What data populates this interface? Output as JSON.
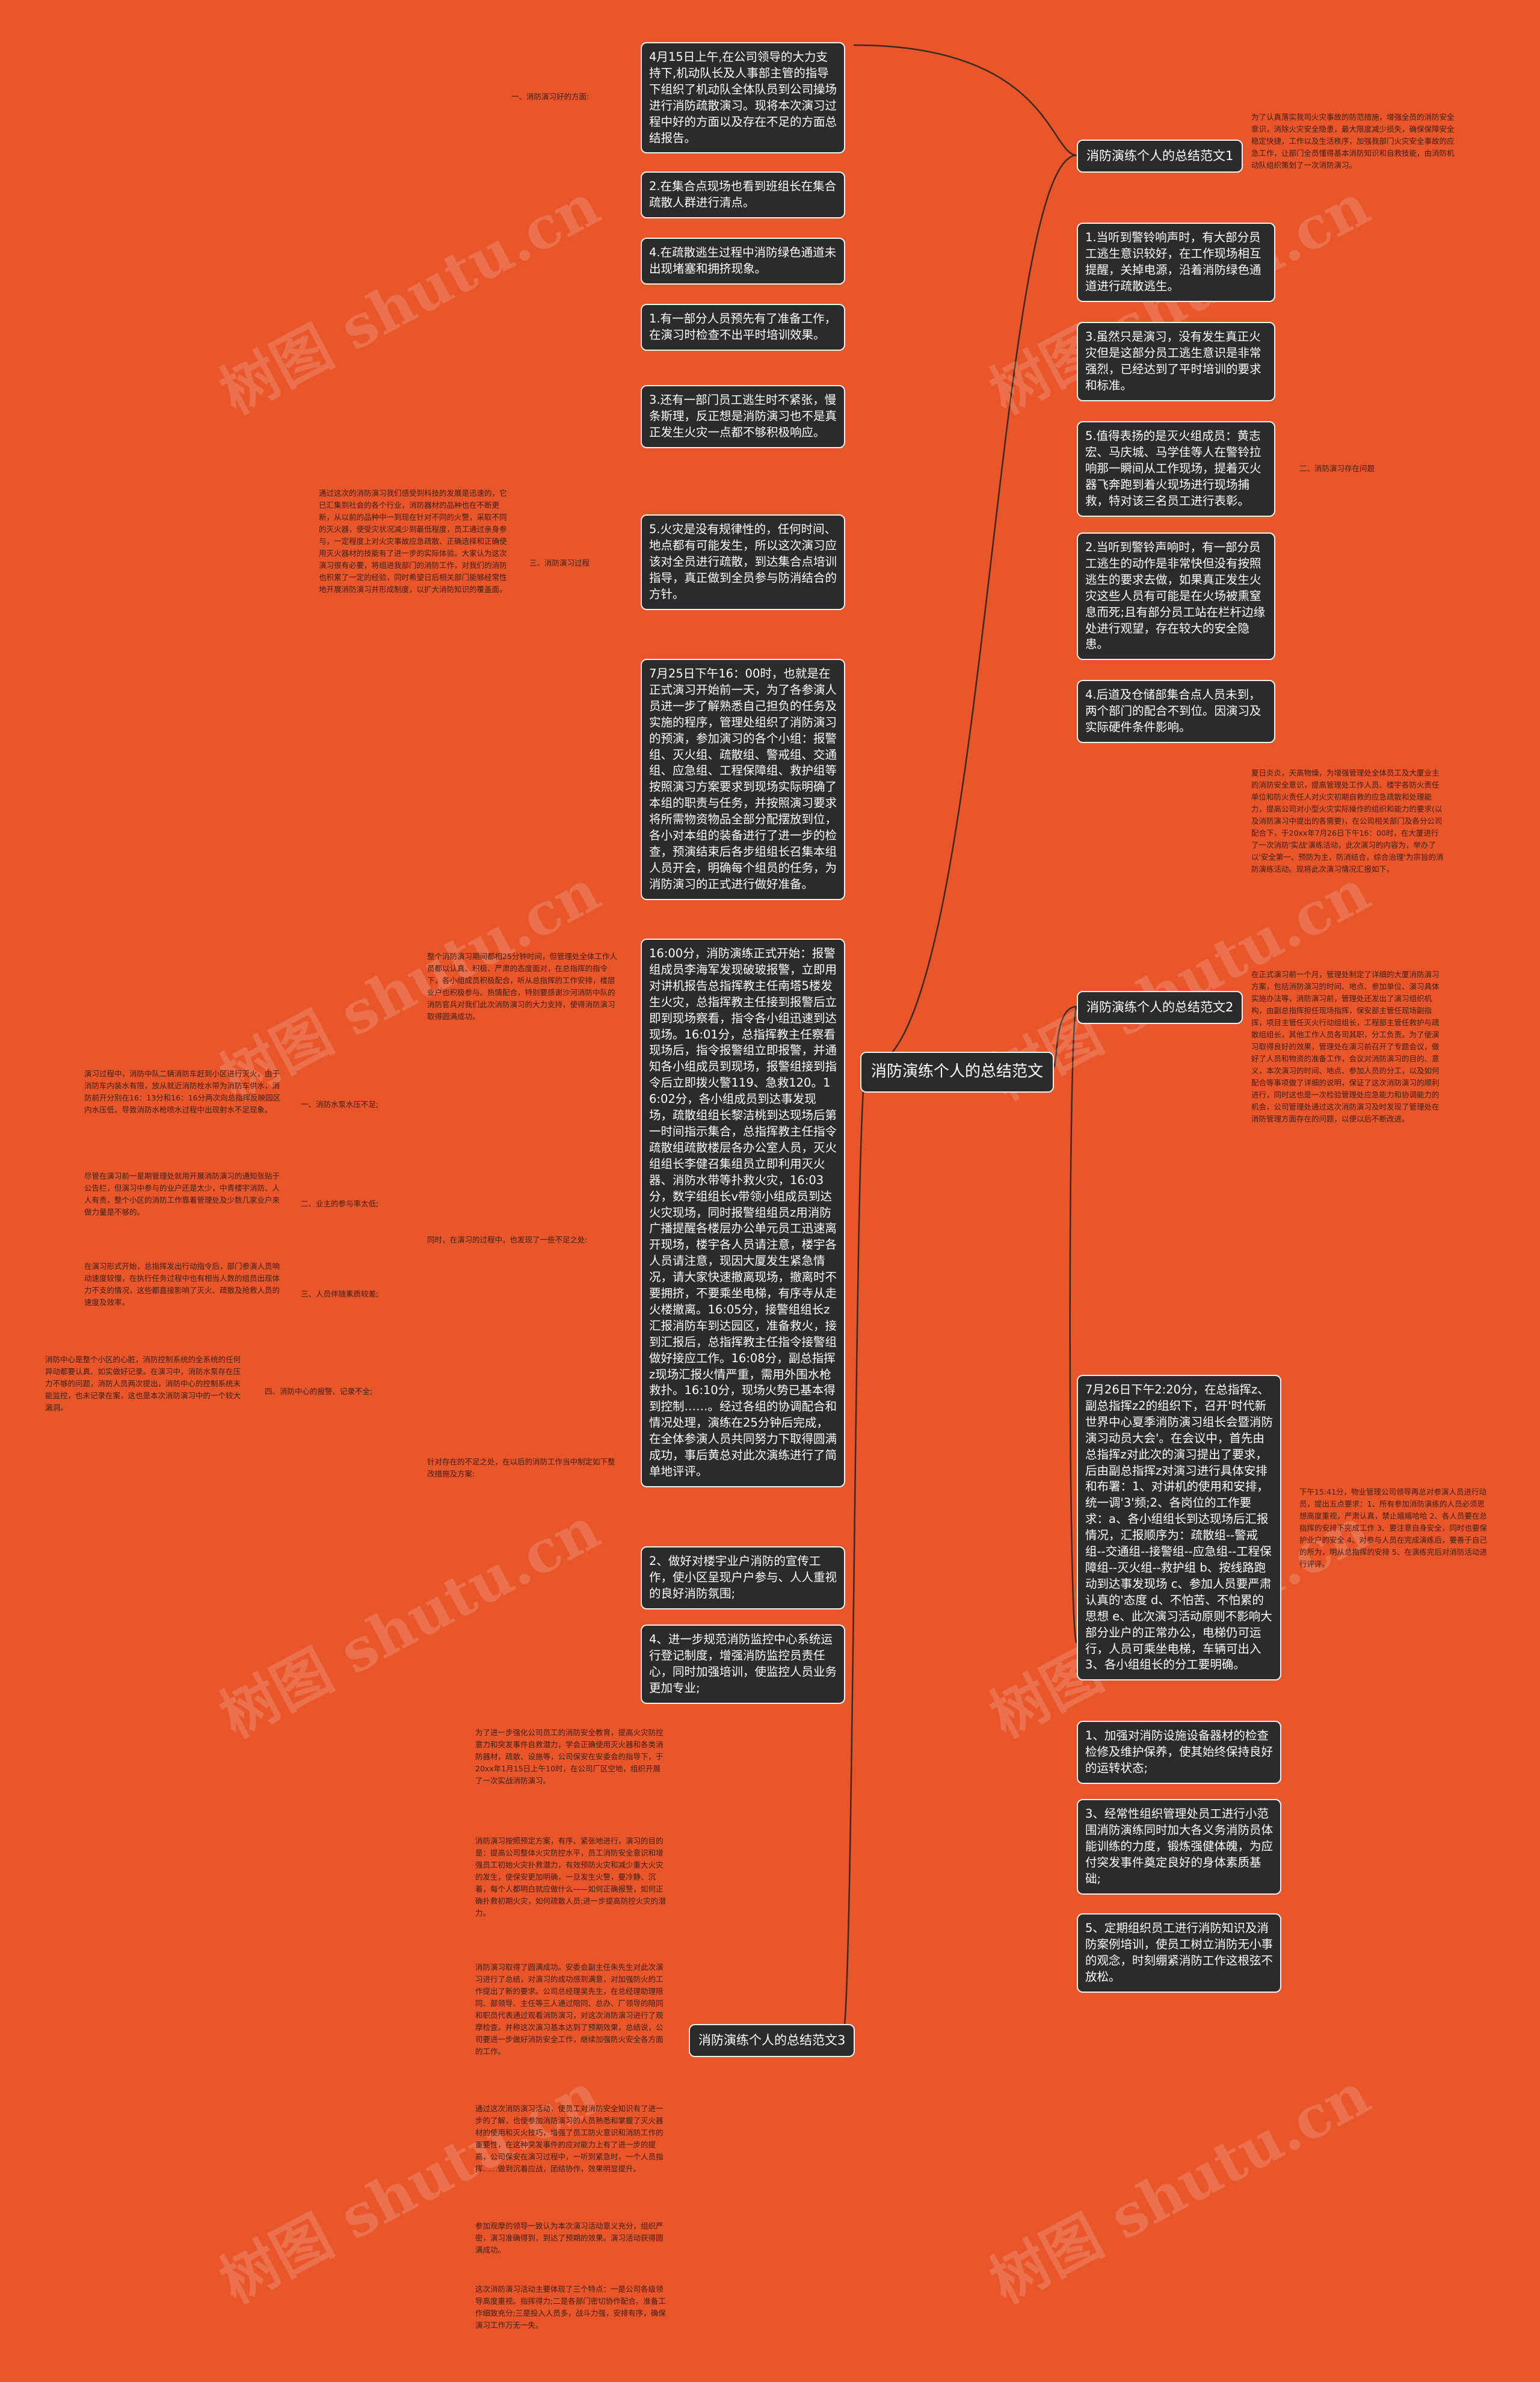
{
  "root": "消防演练个人的总结范文",
  "branches": {
    "b1": "消防演练个人的总结范文1",
    "b2": "消防演练个人的总结范文2",
    "b3": "消防演练个人的总结范文3"
  },
  "watermark": "树图 shutu.cn",
  "left_upper": {
    "l1": "4月15日上午,在公司领导的大力支持下,机动队长及人事部主管的指导下组织了机动队全体队员到公司操场进行消防疏散演习。现将本次演习过程中好的方面以及存在不足的方面总结报告。",
    "l2": "2.在集合点现场也看到班组长在集合疏散人群进行清点。",
    "l3": "4.在疏散逃生过程中消防绿色通道未出现堵塞和拥挤现象。",
    "l4": "1.有一部分人员预先有了准备工作，在演习时检查不出平时培训效果。",
    "l5": "3.还有一部门员工逃生时不紧张，慢条斯理，反正想是消防演习也不是真正发生火灾一点都不够积极响应。",
    "l6": "5.火灾是没有规律性的，任何时间、地点都有可能发生，所以这次演习应该对全员进行疏散，到达集合点培训指导，真正做到全员参与防消结合的方针。",
    "l7": "7月25日下午16：00时，也就是在正式演习开始前一天，为了各参演人员进一步了解熟悉自己担负的任务及实施的程序，管理处组织了消防演习的预演，参加演习的各个小组：报警组、灭火组、疏散组、警戒组、交通组、应急组、工程保障组、救护组等按照演习方案要求到现场实际明确了本组的职责与任务，并按照演习要求将所需物资物品全部分配摆放到位，各小对本组的装备进行了进一步的检查，预演结束后各步组组长召集本组人员开会，明确每个组员的任务，为消防演习的正式进行做好准备。",
    "l8": "16:00分，消防演练正式开始：报警组成员李海军发现破玻报警，立即用对讲机报告总指挥教主任南塔5楼发生火灾，总指挥教主任接到报警后立即到现场察看，指令各小组迅速到达现场。16:01分，总指挥教主任察看现场后，指令报警组立即报警，并通知各小组成员到现场，报警组接到指令后立即拨火警119、急救120。16:02分，各小组成员到达事发现场，疏散组组长黎洁桃到达现场后第一时间指示集合，总指挥教主任指令疏散组疏散楼层各办公室人员，灭火组组长李健召集组员立即利用灭火器、消防水带等扑救火灾，16:03分，数字组组长v带领小组成员到达火灾现场，同时报警组组员z用消防广播提醒各楼层办公单元员工迅速离开现场，楼宇各人员请注意，楼宇各人员请注意，现因大厦发生紧急情况，请大家快速撤离现场，撤离时不要拥挤，不要乘坐电梯，有序寺从走火楼撤离。16:05分，接警组组长z汇报消防车到达园区，准备救火，接到汇报后，总指挥教主任指令接警组做好接应工作。16:08分，副总指挥z现场汇报火情严重，需用外围水枪救扑。16:10分，现场火势已基本得到控制……。经过各组的协调配合和情况处理，演练在25分钟后完成，在全体参演人员共同努力下取得圆满成功，事后黄总对此次演练进行了简单地评评。",
    "l9": "2、做好对楼宇业户消防的宣传工作，使小区呈现户户参与、人人重视的良好消防氛围;",
    "l10": "4、进一步规范消防监控中心系统运行登记制度，增强消防监控员责任心，同时加强培训，使监控人员业务更加专业;"
  },
  "left_notes": {
    "n_good_label": "一、消防演习好的方面:",
    "n_process_label": "三、消防演习过程",
    "n_process": "通过这次的消防演习我们感受到科技的发展是迅速的，它已汇集到社会的各个行业，消防器材的品种也在不断更新，从以前的品种中一到现在针对不同的火警，采取不同的灭火器，使受灾状况减少到最低程度，员工通过亲身参与，一定程度上对火灾事故应急疏散、正确选择和正确使用灭火器材的技能有了进一步的实际体验。大家认为这次演习很有必要，将组进我部门的消防工作，对我们的消防也积累了一定的经验，同时希望日后相关部门能够经常性地开展消防演习并形成制度，以扩大消防知识的覆盖面。",
    "n_weak_label": "同时，在演习的过程中，也发现了一些不足之处:",
    "n_weak_intro": "整个消防演习期间都相25分钟时间，但管理处全体工作人员都以认真、积极、严肃的态度面对，在总指挥的指令下，各小组成员积极配合，听从总指挥的工作安排，楼层业户也积极参与、热情配合，特别要感谢沙河消防中队的消防官兵对我们此次消防演习的大力支持，使得消防演习取得圆满成功。",
    "w1_label": "一、消防水泵水压不足;",
    "w1": "演习过程中，消防中队二辆消防车赶到小区进行灭火，由于消防车内装水有限，放从就近消防栓水带为消防车供水，消防前开分别在16：13分和16：16分两次向总指挥反映园区内水压低，导致消防水枪喷水过程中出现射水不足现象。",
    "w2_label": "二、业主的参与率太低;",
    "w2": "尽管在演习前一星期管理处就用开展消防演习的通知张贴于公告栏，但演习中参与的业户还是太少，中青楼宇消防、人人有责，整个小区的消防工作靠着管理处及少数几家业户来做力量是不够的。",
    "w3_label": "三、人员伴随素质较差;",
    "w3": "在演习形式开始，总指挥发出行动指令后，部门参演人员响动速度较慢，在执行任务过程中也有相当人数的组员出现体力不支的情况，这些都直接影响了灭火、疏散及抢救人员的速度及效率。",
    "w4_label": "四、消防中心的报警、记录不全;",
    "w4": "消防中心是整个小区的心脏，消防控制系统的全系统的任何异动都要认真、如实做好记录。在演习中，消防水泵存在压力不够的问题，消防人员两次提出，消防中心的控制系统未能监控，也未记录在案，这也是本次消防演习中的一个较大漏洞。",
    "n_future_label": "针对存在的不足之处，在以后的消防工作当中制定如下整改措施及方案:"
  },
  "b3_notes": {
    "p1": "为了进一步强化公司员工的消防安全教育，提高火灾防控意力和突发事件自救潜力，学会正确使用灭火器和各类消防器材，疏散、设施等，公司保安在安委会的指导下，于20xx年1月15日上午10时，在公司厂区空地，组织开展了一次实战消防演习。",
    "p2": "消防演习按照预定方案，有序、紧张地进行，演习的目的是：提高公司整体火灾防控水平，员工消防安全意识和增强员工初始火灾扑救潜力，有效预防火灾和减少重大火灾的发生，使保安更加明确，一旦发生火警，要冷静、沉着，每个人都明白就应做什么——如何正确报警，如何正确扑救初期火灾，如何疏散人员;进一步提高防控火灾的潜力。",
    "p3": "消防演习取得了圆满成功。安委会副主任朱先生对此次演习进行了总结，对演习的成功感到满意，对加强防火的工作提出了新的要求。公司总经理吴先生，在总经理助理陪同、部领导、主任等三人通过陪同、总办、厂领导的陪同和职员代表通过观看消防演习，对这次消防演习进行了观摩检查。并称这次演习基本达到了预期效果，总结说，公司要进一步做好消防安全工作，继续加强防火安全各方面的工作。",
    "p4": "通过这次消防演习活动，使员工对消防安全知识有了进一步的了解，也使参加消防演习的人员熟悉和掌握了灭火器材的使用和灭火技巧，增强了员工防火意识和消防工作的重要性，在这种突发事件的应对能力上有了进一步的提高，公司保安在演习过程中，一听到紧急时，一个人员指挥……做到沉着应战，团结协作，效果明显提升。",
    "p5": "参加观摩的领导一致认为本次演习活动意义充分，组织严密，演习准确得到，到达了预期的效果。演习活动获得圆满成功。",
    "p6": "这次消防演习活动主要体现了三个特点：一是公司各级领导高度重视。指挥得力;二是各部门密切协作配合。准备工作细致充分;三是投入人员多，战斗力强，安排有序，确保演习工作万无一失。"
  },
  "right_upper": {
    "r_intro": "为了认真落实我司火灾事故的防范措施，增强全员的消防安全意识，消除火灾安全隐患，最大限度减少损失，确保保障安全稳定快捷，工作以及生活秩序，加强我部门火灾安全事故的应急工作，让部门全员懂得基本消防知识和自救技能，由消防机动队组织策划了一次消防演习。",
    "r1": "1.当听到警铃响声时，有大部分员工逃生意识较好，在工作现场相互提醒，关掉电源，沿着消防绿色通道进行疏散逃生。",
    "r2": "3.虽然只是演习，没有发生真正火灾但是这部分员工逃生意识是非常强烈，已经达到了平时培训的要求和标准。",
    "r3": "5.值得表扬的是灭火组成员：黄志宏、马庆城、马学佳等人在警铃拉响那一瞬间从工作现场，提着灭火器飞奔跑到着火现场进行现场捕救，特对该三名员工进行表彰。",
    "r4": "2.当听到警铃声响时，有一部分员工逃生的动作是非常快但没有按照逃生的要求去做，如果真正发生火灾这些人员有可能是在火场被熏窒息而死;且有部分员工站在栏杆边缘处进行观望，存在较大的安全隐患。",
    "r5": "4.后道及仓储部集合点人员未到，两个部门的配合不到位。因演习及实际硬件条件影响。",
    "r_note_label": "二、消防演习存在问题"
  },
  "right_b2": {
    "intro1": "夏日炎炎，天高物燥，为增强管理处全体员工及大厦业主的消防安全意识，提高管理处工作人员、楼宇各防火责任单位和防火责任人对火灾初期自救的应急疏散和处理能力，提高公司对小型火灾实际操作的组织和能力的要求(以及消防演习中提出的各需要)，在公司相关部门及各分公司配合下，于20xx年7月26日下午16：00时，在大厦进行了一次消防'实战'演练活动，此次演习的内容为，举办了以'安全第一、预防为主，防消结合，综合治理'为宗旨的消防演练活动。现将此次演习情况汇报如下。",
    "intro2": "在正式演习前一个月，管理处制定了详细的大厦消防演习方案，包括消防演习的时间、地点、参加单位、演习具体实施办法等，消防演习前，管理处还发出了演习组织机构，由副总指挥担任现场指挥，保安部主管任现场副指挥，项目主管任灭火行动组组长，工程部主管任救护与疏散组组长，其他工作人员各司其职，分工负责。为了使演习取得良好的效果，管理处在演习前召开了专题会议，做好了人员和物资的准备工作，会议对消防演习的目的、意义，本次演习的时间、地点、参加人员的分工，以及如何配合等事项做了详细的说明，保证了这次消防演习的顺利进行，同时这也是一次检验管理处应急能力和协调能力的机会，公司管理处通过这次消防演习及时发现了管理处在消防管理方面存在的问题，以便以后不断改进。"
  },
  "right_lower": {
    "rl1": "7月26日下午2:20分，在总指挥z、副总指挥z2的组织下，召开'时代新世界中心夏季消防演习组长会暨消防演习动员大会'。在会议中，首先由总指挥z对此次的演习提出了要求，后由副总指挥z对演习进行具体安排和布署：1、对讲机的使用和安排，统一调'3'频;2、各岗位的工作要求：a、各小组组长到达现场后汇报情况，汇报顺序为：疏散组--警戒组--交通组--接警组--应急组--工程保障组--灭火组--救护组 b、按线路跑动到达事发现场 c、参加人员要严肃认真的'态度 d、不怕苦、不怕累的思想 e、此次演习活动原则不影响大部分业户的正常办公，电梯仍可运行，人员可乘坐电梯，车辆可出入3、各小组组长的分工要明确。",
    "rl2": "1、加强对消防设施设备器材的检查检修及维护保养，使其始终保持良好的运转状态;",
    "rl3": "3、经常性组织管理处员工进行小范围消防演练同时加大各义务消防员体能训练的力度，锻炼强健体魄，为应付突发事件奠定良好的身体素质基础;",
    "rl4": "5、定期组织员工进行消防知识及消防案例培训，使员工树立消防无小事的观念，时刻绷紧消防工作这根弦不放松。",
    "rl_note": "下午15:41分，物业管理公司领导再总对参演人员进行动员，提出五点要求：1、所有参加消防演练的人员必须思想高度重视，严肃认真，禁止嬉嬉哈哈 2、各人员要在总指挥的安排下完成工作 3、要注意自身安全，同时也要保护业户的安全 4、对参与人员在完成演练后，要善于自己的所为，明从总指挥的安排 5、在演练完后对消防活动进行评评。"
  }
}
